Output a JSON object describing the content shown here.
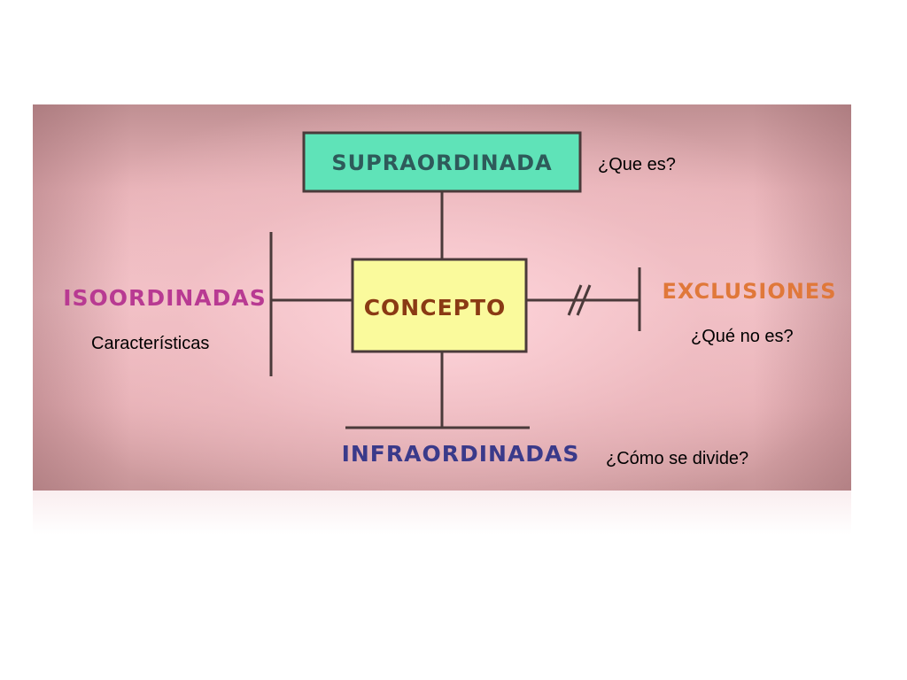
{
  "diagram": {
    "nodes": {
      "top": {
        "label": "SUPRAORDINADA",
        "question": "¿Que es?"
      },
      "center": {
        "label": "CONCEPTO"
      },
      "left": {
        "label": "ISOORDINADAS",
        "question": "Características"
      },
      "right": {
        "label": "EXCLUSIONES",
        "question": "¿Qué no es?"
      },
      "bottom": {
        "label": "INFRAORDINADAS",
        "question": "¿Cómo se divide?"
      }
    }
  },
  "colors": {
    "supra_box": "#5fe3b8",
    "concept_box": "#fafa9c",
    "supra_text": "#2e5a5a",
    "concept_text": "#8a3a14",
    "iso_text": "#b83a92",
    "excl_text": "#e0783a",
    "infra_text": "#3a3a8a",
    "line": "#4a3a3a"
  }
}
